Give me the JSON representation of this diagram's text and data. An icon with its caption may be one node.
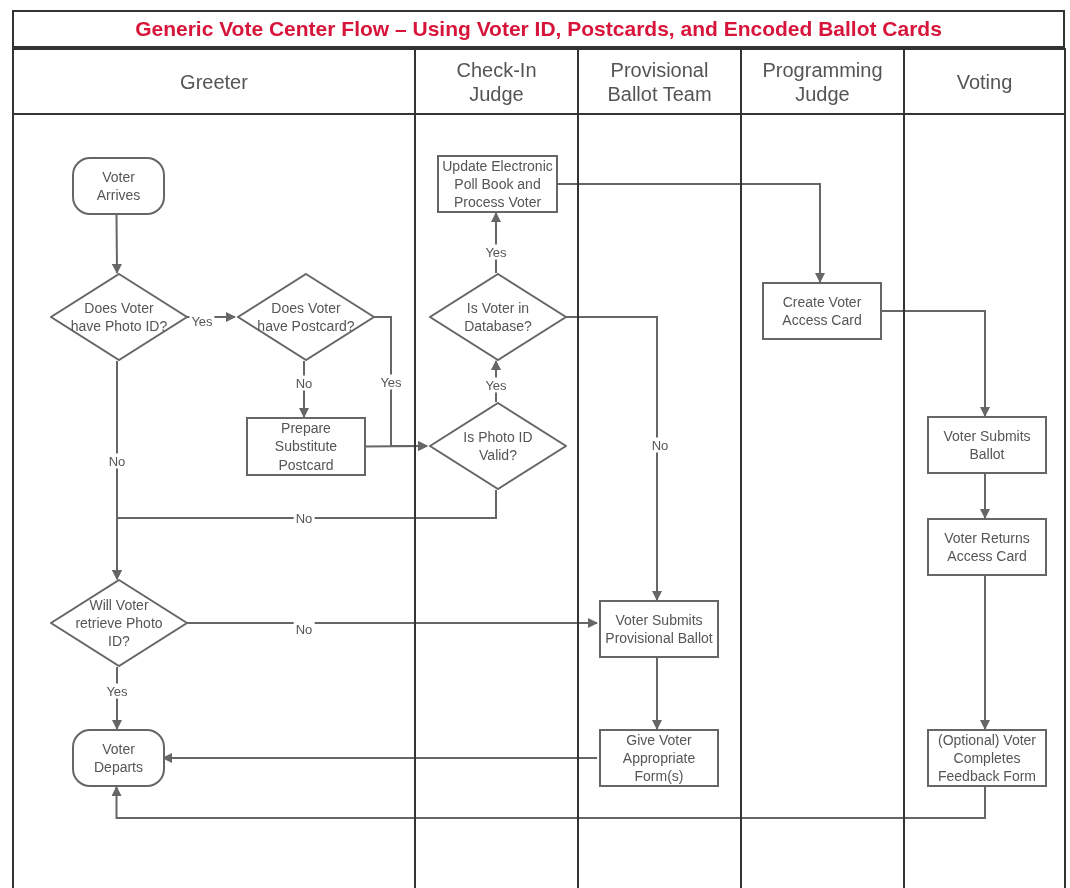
{
  "diagram": {
    "title": "Generic Vote Center Flow – Using Voter ID, Postcards, and Encoded Ballot Cards",
    "nodes": [
      {
        "text": [
          "Greeter"
        ]
      },
      {
        "text": [
          "Check-In Judge"
        ]
      },
      {
        "text": [
          "Provisional Ballot Team"
        ]
      },
      {
        "text": [
          "Programming Judge"
        ]
      },
      {
        "text": [
          "Voting"
        ]
      },
      {
        "text": [
          "Voter Arrives"
        ],
        "in": 0
      },
      {
        "text": [
          "Does Voter have Photo ID?"
        ],
        "in": 0
      },
      {
        "text": [
          "Does Voter have Postcard?"
        ],
        "in": 0
      },
      {
        "text": [
          "Prepare Substitute Postcard"
        ],
        "in": 0
      },
      {
        "text": [
          "Update Electronic Poll Book and Process Voter"
        ],
        "in": 1
      },
      {
        "text": [
          "Is Voter in Database?"
        ],
        "in": 1
      },
      {
        "text": [
          "Is Photo ID Valid?"
        ],
        "in": 1
      },
      {
        "text": [
          "Will Voter retrieve Photo ID?"
        ],
        "in": 0
      },
      {
        "text": [
          "Voter Departs"
        ],
        "in": 0
      },
      {
        "text": [
          "Create Voter Access Card"
        ],
        "in": 3
      },
      {
        "text": [
          "Voter Submits Ballot"
        ],
        "in": 4
      },
      {
        "text": [
          "Voter Returns Access Card"
        ],
        "in": 4
      },
      {
        "text": [
          "Voter Submits Provisional Ballot"
        ],
        "in": 2
      },
      {
        "text": [
          "Give Voter Appropriate Form(s)"
        ],
        "in": 2
      },
      {
        "text": [
          "(Optional) Voter Completes Feedback Form"
        ],
        "in": 4
      }
    ],
    "edges": [
      {
        "from": 5,
        "to": 6,
        "arrow": "to"
      },
      {
        "from": 6,
        "to": 7,
        "arrow": "to",
        "label": "Yes"
      },
      {
        "from": 6,
        "to": 12,
        "arrow": "to",
        "label": "No"
      },
      {
        "from": 7,
        "to": 8,
        "arrow": "to",
        "label": "No"
      },
      {
        "from": 7,
        "to": 11,
        "arrow": "to",
        "label": "Yes"
      },
      {
        "from": 8,
        "to": 11,
        "arrow": "to"
      },
      {
        "from": 11,
        "to": 10,
        "arrow": "to",
        "label": "Yes"
      },
      {
        "from": 11,
        "to": 12,
        "arrow": "to",
        "label": "No"
      },
      {
        "from": 10,
        "to": 9,
        "arrow": "to",
        "label": "Yes"
      },
      {
        "from": 10,
        "to": 17,
        "arrow": "to",
        "label": "No"
      },
      {
        "from": 9,
        "to": 14,
        "arrow": "to"
      },
      {
        "from": 14,
        "to": 15,
        "arrow": "to"
      },
      {
        "from": 15,
        "to": 16,
        "arrow": "to"
      },
      {
        "from": 16,
        "to": 19,
        "arrow": "to"
      },
      {
        "from": 12,
        "to": 17,
        "arrow": "to",
        "label": "No"
      },
      {
        "from": 12,
        "to": 13,
        "arrow": "to",
        "label": "Yes"
      },
      {
        "from": 17,
        "to": 18,
        "arrow": "to"
      },
      {
        "from": 18,
        "to": 13,
        "arrow": "to"
      },
      {
        "from": 19,
        "to": 13,
        "arrow": "to"
      }
    ]
  }
}
